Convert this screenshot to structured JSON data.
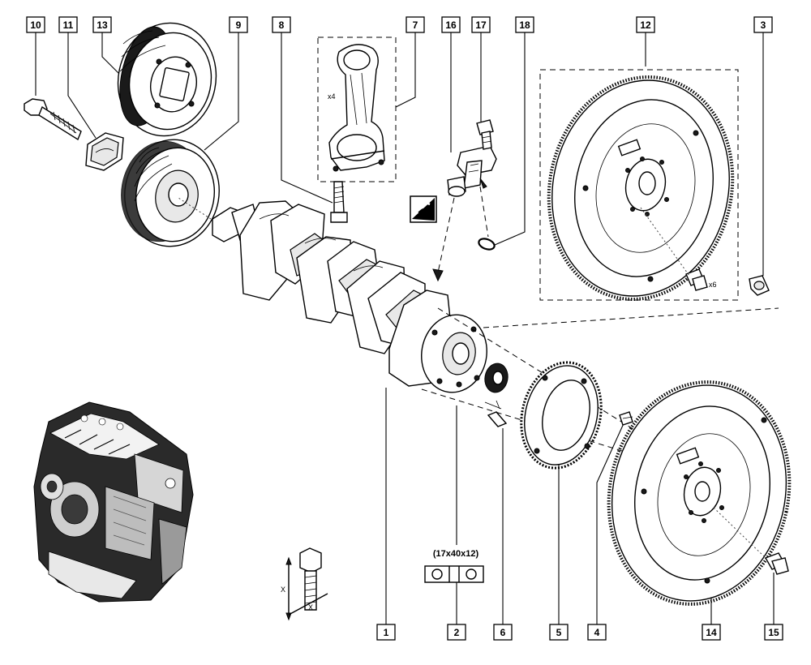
{
  "callouts": [
    "10",
    "11",
    "13",
    "9",
    "8",
    "7",
    "16",
    "17",
    "18",
    "12",
    "3",
    "1",
    "2",
    "6",
    "5",
    "4",
    "14",
    "15"
  ],
  "qty_conrod": "x4",
  "qty_flywheel_bolts": "x6",
  "bearing_dimensions": "(17x40x12)",
  "dimension_x": "X",
  "icons": [
    "replace-part-icon"
  ]
}
